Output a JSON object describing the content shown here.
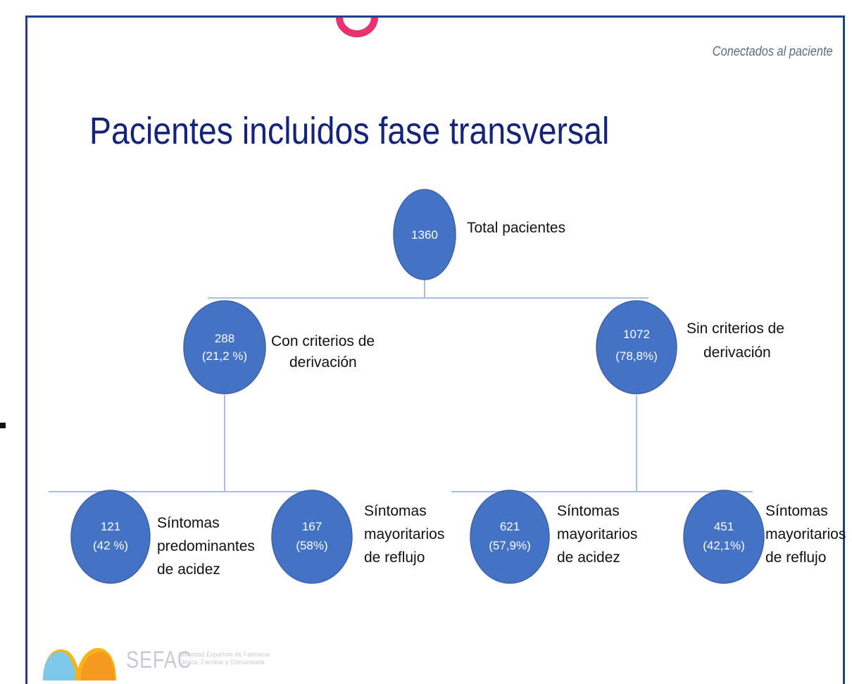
{
  "header": {
    "tagline": "Conectados al paciente",
    "title": "Pacientes incluidos fase transversal"
  },
  "tree": {
    "root": {
      "value": "1360",
      "pct": "",
      "label": [
        "Total pacientes"
      ]
    },
    "left": {
      "value": "288",
      "pct": "(21,2 %)",
      "label": [
        "Con criterios de",
        "derivación"
      ]
    },
    "right": {
      "value": "1072",
      "pct": "(78,8%)",
      "label": [
        "Sin criterios de",
        "derivación"
      ]
    },
    "leaves": [
      {
        "value": "121",
        "pct": "(42 %)",
        "label": [
          "Síntomas",
          "predominantes",
          "de acidez"
        ]
      },
      {
        "value": "167",
        "pct": "(58%)",
        "label": [
          "Síntomas",
          "mayoritarios",
          "de reflujo"
        ]
      },
      {
        "value": "621",
        "pct": "(57,9%)",
        "label": [
          "Síntomas",
          "mayoritarios",
          "de acidez"
        ]
      },
      {
        "value": "451",
        "pct": "(42,1%)",
        "label": [
          "Síntomas",
          "mayoritarios",
          "de reflujo"
        ]
      }
    ]
  },
  "footer": {
    "logo_text": "SEFAC",
    "logo_subtitle": [
      "Sociedad Española de Farmacia",
      "Clínica, Familiar y Comunitaria"
    ]
  },
  "colors": {
    "node_fill": "#4472c4",
    "title": "#13247a",
    "connector": "#a9bde0",
    "frame": "#1f3f8f",
    "accent_pink": "#e8326e"
  }
}
